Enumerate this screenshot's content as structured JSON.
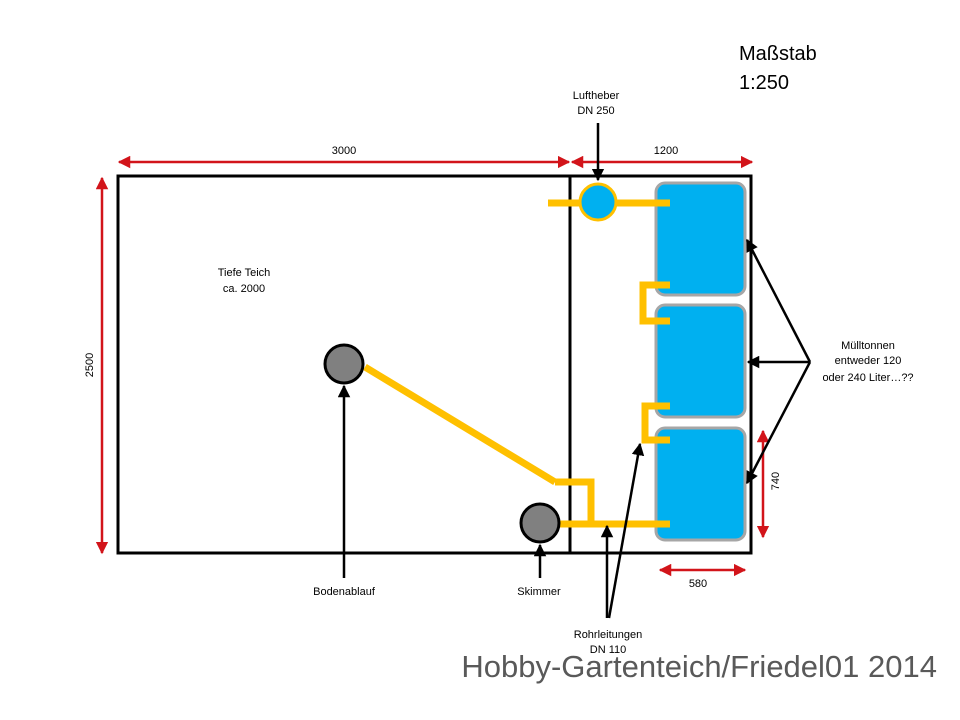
{
  "scale": {
    "line1": "Maßstab",
    "line2": "1:250"
  },
  "dimensions": {
    "top_left": "3000",
    "top_right": "1200",
    "left": "2500",
    "bin_height": "740",
    "bin_width": "580"
  },
  "labels": {
    "airlift": {
      "line1": "Luftheber",
      "line2": "DN 250"
    },
    "deep_pond": {
      "line1": "Tiefe Teich",
      "line2": "ca. 2000"
    },
    "bins": {
      "line1": "Mülltonnen",
      "line2": "entweder  120",
      "line3": "oder 240 Liter…??"
    },
    "bottom_drain": "Bodenablauf",
    "skimmer": "Skimmer",
    "pipes": {
      "line1": "Rohrleitungen",
      "line2": "DN 110"
    }
  },
  "watermark": "Hobby-Gartenteich/Friedel01 2014",
  "colors": {
    "dimension": "#d2141a",
    "pipe": "#ffc000",
    "bin_fill": "#00b0f0",
    "bin_stroke": "#a6a6a6",
    "drain_fill": "#808080",
    "watermark": "#595959"
  }
}
